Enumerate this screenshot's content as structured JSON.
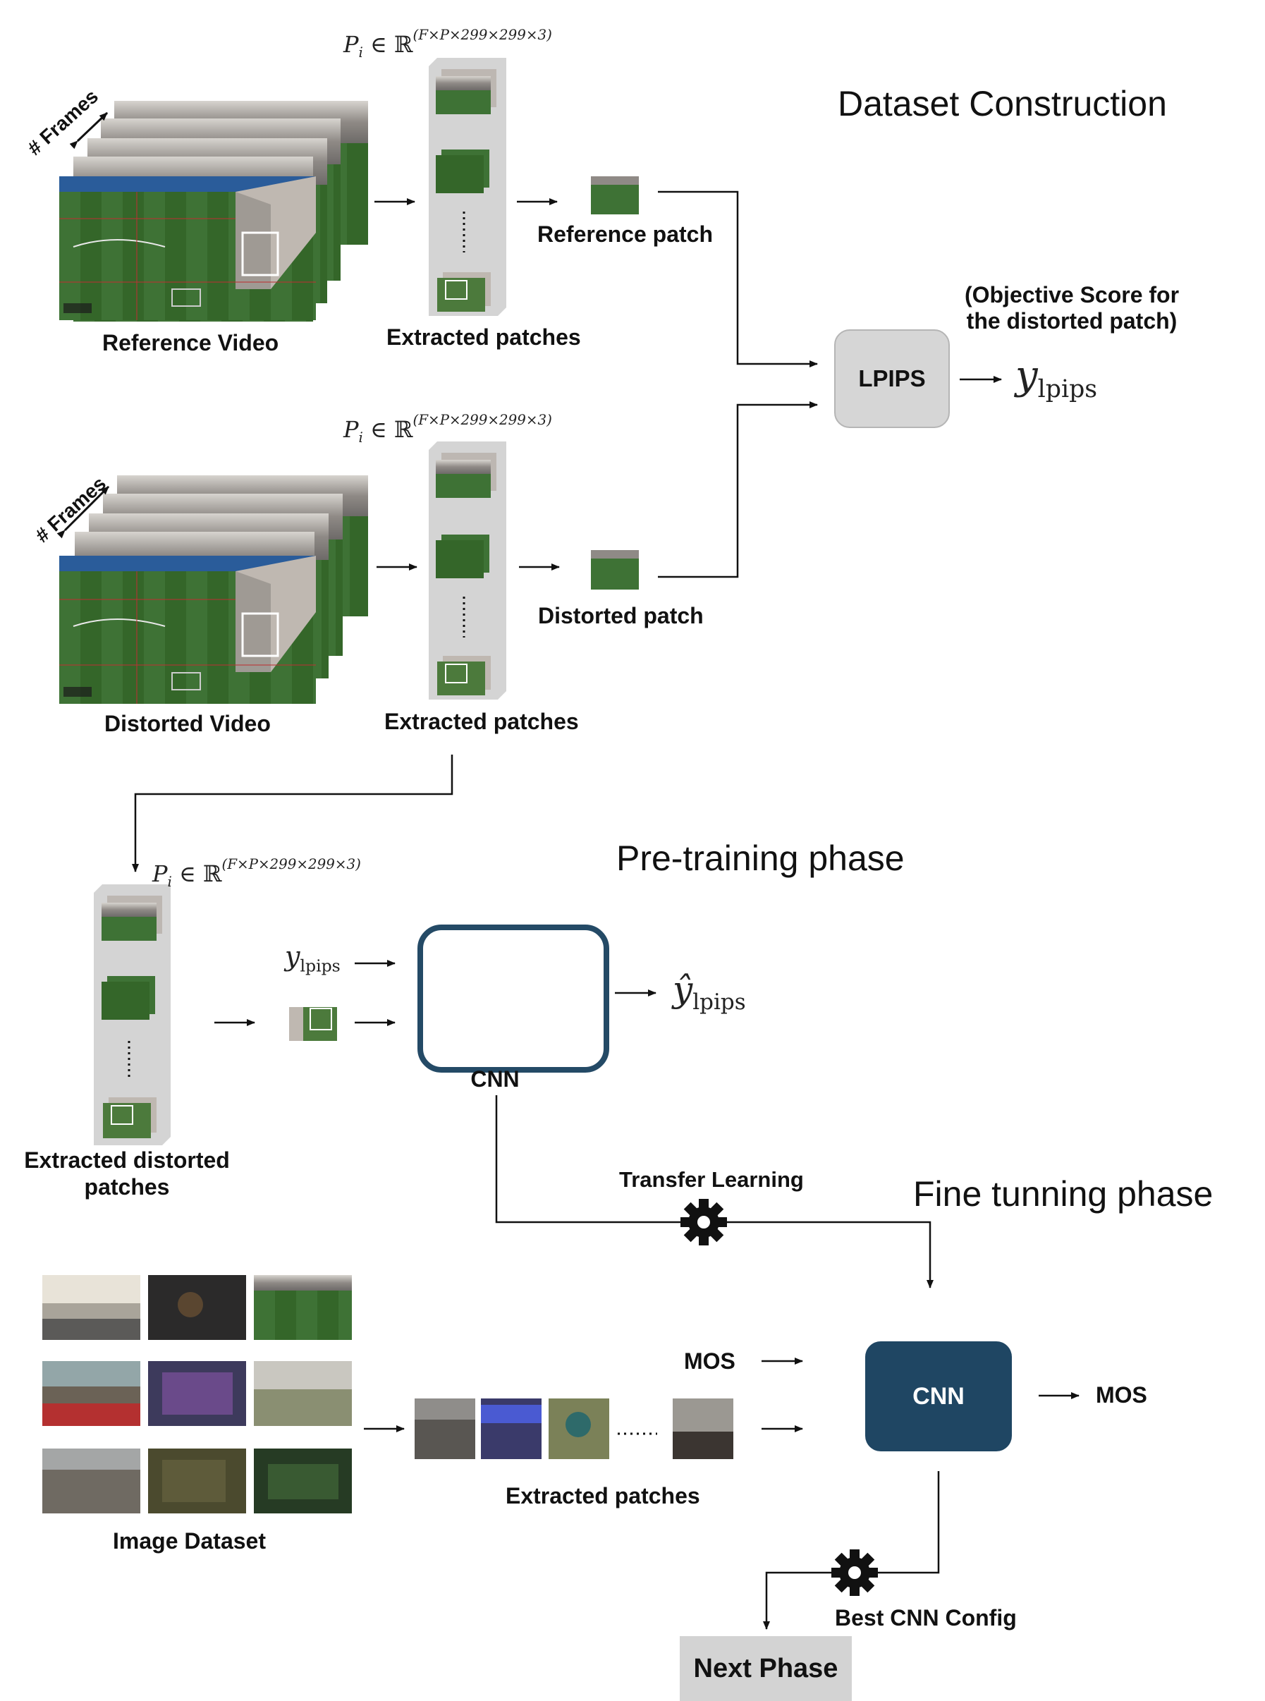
{
  "titles": {
    "dataset_construction": "Dataset Construction",
    "pretraining": "Pre-training phase",
    "finetuning": "Fine tunning phase"
  },
  "labels": {
    "reference_video": "Reference Video",
    "distorted_video": "Distorted Video",
    "extracted_patches_1": "Extracted patches",
    "extracted_patches_2": "Extracted patches",
    "reference_patch": "Reference patch",
    "distorted_patch": "Distorted patch",
    "objective_score_line1": "(Objective Score for",
    "objective_score_line2": "the distorted patch)",
    "lpips": "LPIPS",
    "cnn_pretrain": "CNN",
    "extracted_distorted_line1": "Extracted distorted",
    "extracted_distorted_line2": "patches",
    "transfer_learning": "Transfer Learning",
    "image_dataset": "Image Dataset",
    "extracted_patches_3": "Extracted patches",
    "mos_in": "MOS",
    "cnn_finetune": "CNN",
    "mos_out": "MOS",
    "best_cnn_config": "Best CNN Config",
    "next_phase": "Next Phase",
    "frames_1": "# Frames",
    "frames_2": "# Frames"
  },
  "math": {
    "p_symbol": "P",
    "p_sub": "i",
    "p_in": "∈ ℝ",
    "p_sup": "(F×P×299×299×3)",
    "y_symbol": "y",
    "y_sub": "lpips",
    "yhat_symbol": "ŷ",
    "yhat_sub": "lpips"
  },
  "colors": {
    "lpips_box": "#d6d6d6",
    "cnn_box": "#1f4663",
    "next_phase_box": "#d3d3d3",
    "patch_stack": "#d4d4d4",
    "pitch_green": "#3a6e32"
  }
}
